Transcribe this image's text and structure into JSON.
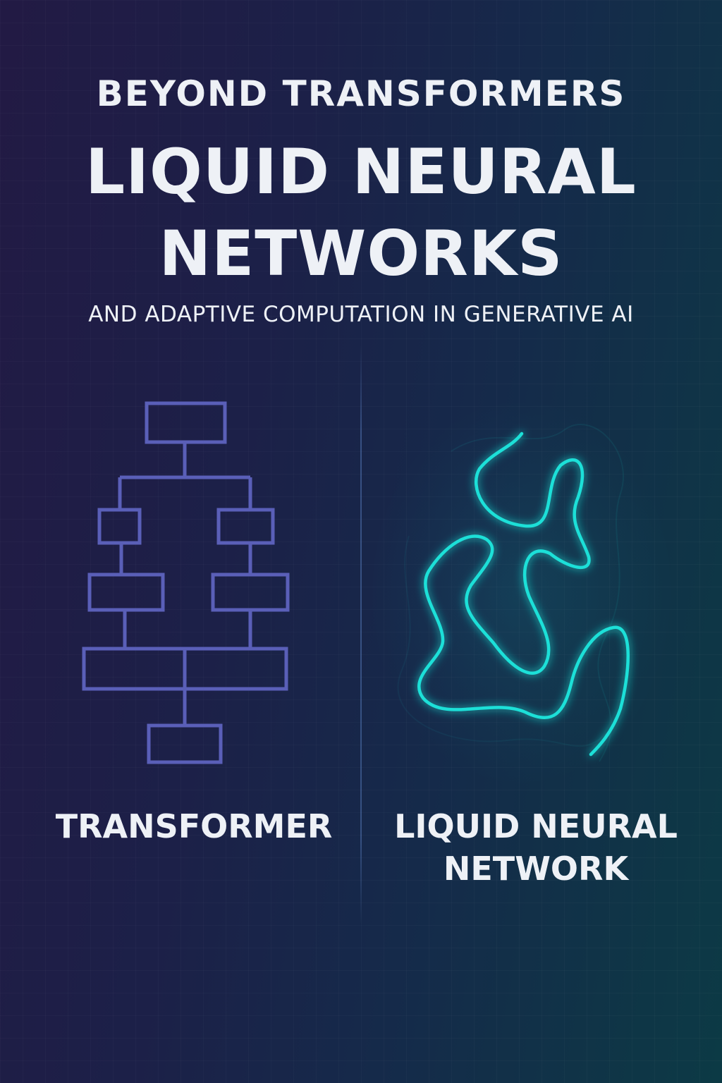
{
  "header": {
    "kicker": "BEYOND TRANSFORMERS",
    "title_line1": "LIQUID NEURAL",
    "title_line2": "NETWORKS",
    "subtitle": "AND ADAPTIVE COMPUTATION IN GENERATIVE AI"
  },
  "panels": {
    "left": {
      "label": "TRANSFORMER",
      "diagram_icon": "block-hierarchy-diagram"
    },
    "right": {
      "label_line1": "LIQUID NEURAL",
      "label_line2": "NETWORK",
      "diagram_icon": "flowing-curve-diagram"
    }
  },
  "colors": {
    "transformer_stroke": "#5a5fb8",
    "liquid_stroke": "#1fe0d8",
    "text": "#eef1f6",
    "background_left": "#221a44",
    "background_right": "#0c3a45"
  }
}
